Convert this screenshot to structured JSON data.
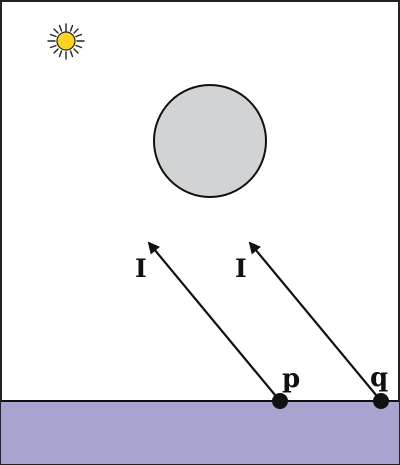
{
  "labels": {
    "ray_left": "I",
    "ray_right": "I",
    "point_p": "p",
    "point_q": "q"
  },
  "icons": {
    "light": "sun-icon",
    "occluder": "sphere-occluder",
    "surface": "ground-plane"
  },
  "colors": {
    "frame": "#222222",
    "sun_fill": "#ffd21f",
    "sun_stroke": "#222222",
    "sphere_fill": "#d1d3d4",
    "ground_fill": "#a7a4d0",
    "stroke": "#111111"
  }
}
